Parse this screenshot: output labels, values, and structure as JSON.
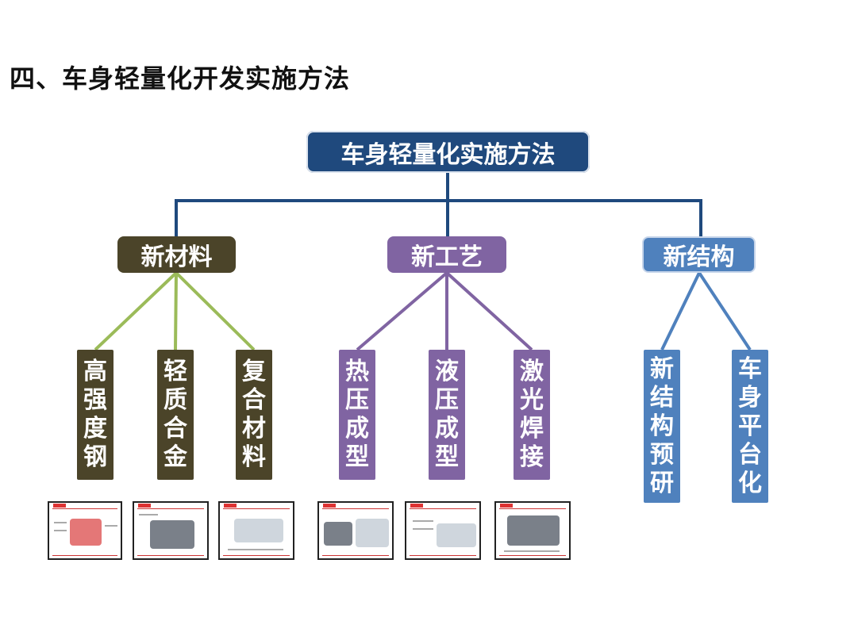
{
  "page": {
    "title": "四、车身轻量化开发实施方法"
  },
  "diagram": {
    "root": "车身轻量化实施方法",
    "categories": [
      {
        "label": "新材料",
        "color": "#4b4429",
        "line_color": "#9bbb59"
      },
      {
        "label": "新工艺",
        "color": "#8064a2",
        "line_color": "#8064a2"
      },
      {
        "label": "新结构",
        "color": "#4f81bd",
        "line_color": "#4f81bd"
      }
    ],
    "connector_color": "#1f497d",
    "leaves": {
      "material": [
        {
          "chars": [
            "高",
            "强",
            "度",
            "钢"
          ]
        },
        {
          "chars": [
            "轻",
            "质",
            "合",
            "金"
          ]
        },
        {
          "chars": [
            "复",
            "合",
            "材",
            "料"
          ]
        }
      ],
      "process": [
        {
          "chars": [
            "热",
            "压",
            "成",
            "型"
          ]
        },
        {
          "chars": [
            "液",
            "压",
            "成",
            "型"
          ]
        },
        {
          "chars": [
            "激",
            "光",
            "焊",
            "接"
          ]
        }
      ],
      "structure": [
        {
          "chars": [
            "新",
            "结",
            "构",
            "预",
            "研"
          ]
        },
        {
          "chars": [
            "车",
            "身",
            "平",
            "台",
            "化"
          ]
        }
      ]
    }
  }
}
